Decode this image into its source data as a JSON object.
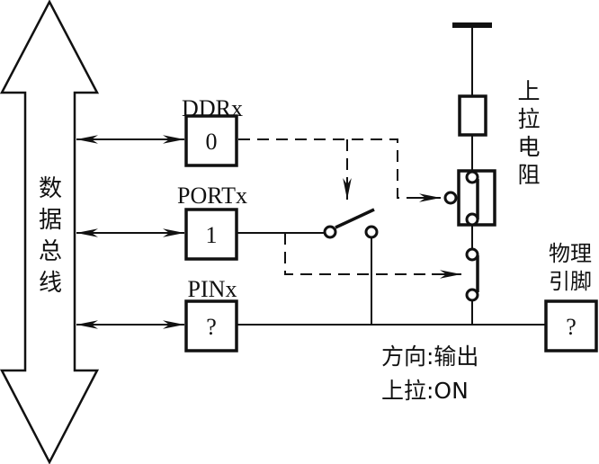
{
  "diagram": {
    "bus_label": "数据总线",
    "registers": [
      {
        "name": "DDRx",
        "value": "0"
      },
      {
        "name": "PORTx",
        "value": "1"
      },
      {
        "name": "PINx",
        "value": "?"
      }
    ],
    "pullup_label": "上拉电阻",
    "pin_label_line1": "物理",
    "pin_label_line2": "引脚",
    "pin_value": "?",
    "status_line1": "方向:输出",
    "status_line2": "上拉:ON"
  }
}
